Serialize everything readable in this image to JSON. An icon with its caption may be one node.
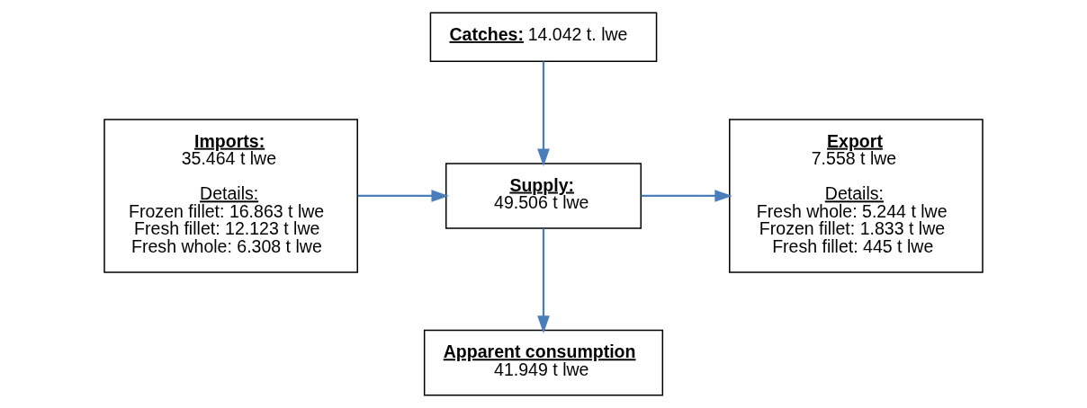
{
  "diagram": {
    "nodes": [
      {
        "text": [
          "Catches:",
          "14.042 t. lwe"
        ]
      },
      {
        "text": [
          "Imports:",
          "35.464 t lwe",
          "Details:",
          "Frozen fillet: 16.863 t lwe",
          "Fresh fillet: 12.123 t lwe",
          "Fresh whole: 6.308 t lwe"
        ]
      },
      {
        "text": [
          "Supply:",
          "49.506 t lwe"
        ]
      },
      {
        "text": [
          "Export",
          "7.558 t lwe",
          "Details:",
          "Fresh whole: 5.244 t lwe",
          "Frozen fillet: 1.833 t lwe",
          "Fresh fillet: 445 t lwe"
        ]
      },
      {
        "text": [
          "Apparent consumption",
          "41.949 t lwe"
        ]
      }
    ],
    "edges": [
      {
        "from": 0,
        "to": 2,
        "arrow": "to"
      },
      {
        "from": 1,
        "to": 2,
        "arrow": "to"
      },
      {
        "from": 2,
        "to": 3,
        "arrow": "to"
      },
      {
        "from": 2,
        "to": 4,
        "arrow": "to"
      }
    ]
  }
}
